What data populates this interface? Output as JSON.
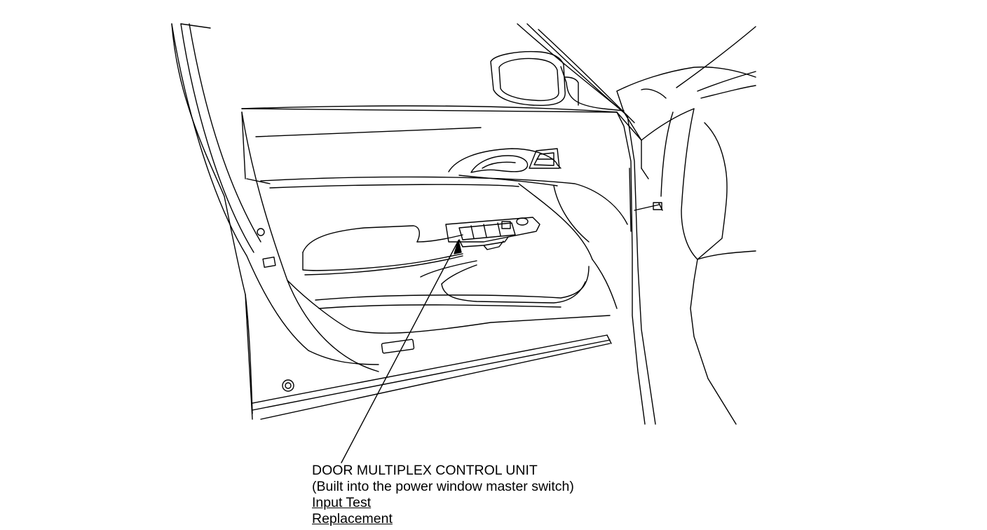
{
  "callout": {
    "title": "DOOR MULTIPLEX CONTROL UNIT",
    "subtitle": "(Built into the power window master switch)",
    "links": [
      {
        "label": "Input Test"
      },
      {
        "label": "Replacement"
      }
    ]
  },
  "colors": {
    "line": "#000000",
    "background": "#ffffff"
  }
}
